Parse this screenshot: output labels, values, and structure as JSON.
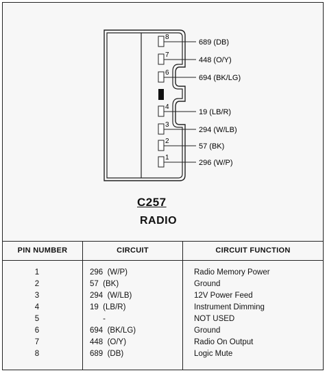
{
  "connector": {
    "id": "C257",
    "name": "RADIO",
    "pins": [
      {
        "number": "8",
        "wire": "689 (DB)"
      },
      {
        "number": "7",
        "wire": "448 (O/Y)"
      },
      {
        "number": "6",
        "wire": "694 (BK/LG)"
      },
      {
        "number": "4",
        "wire": "19 (LB/R)"
      },
      {
        "number": "3",
        "wire": "294 (W/LB)"
      },
      {
        "number": "2",
        "wire": "57 (BK)"
      },
      {
        "number": "1",
        "wire": "296 (W/P)"
      }
    ]
  },
  "table": {
    "headers": [
      "PIN NUMBER",
      "CIRCUIT",
      "CIRCUIT  FUNCTION"
    ],
    "rows": [
      {
        "pin": "1",
        "circuit": "296  (W/P)",
        "function": "Radio Memory Power"
      },
      {
        "pin": "2",
        "circuit": "57  (BK)",
        "function": "Ground"
      },
      {
        "pin": "3",
        "circuit": "294  (W/LB)",
        "function": "12V Power Feed"
      },
      {
        "pin": "4",
        "circuit": "19  (LB/R)",
        "function": "Instrument Dimming"
      },
      {
        "pin": "5",
        "circuit": "      -",
        "function": "NOT USED"
      },
      {
        "pin": "6",
        "circuit": "694  (BK/LG)",
        "function": "Ground"
      },
      {
        "pin": "7",
        "circuit": "448  (O/Y)",
        "function": "Radio On Output"
      },
      {
        "pin": "8",
        "circuit": "689  (DB)",
        "function": "Logic Mute"
      }
    ]
  }
}
